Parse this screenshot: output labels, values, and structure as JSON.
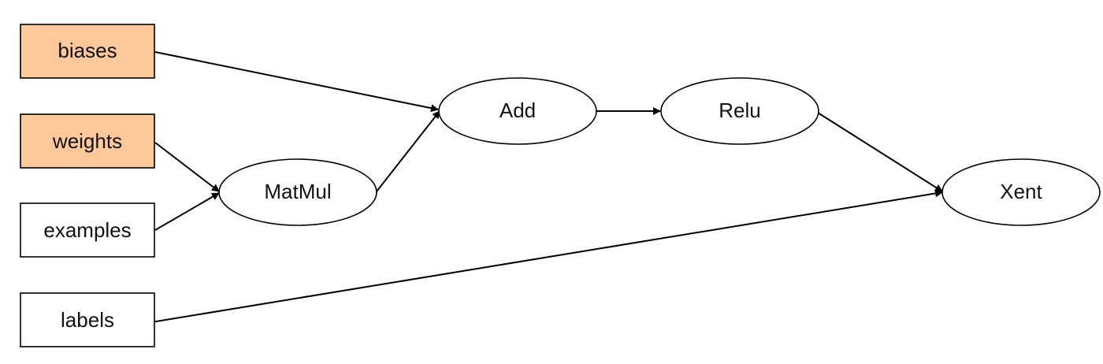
{
  "colors": {
    "variable_fill": "#fdc99b",
    "input_fill": "#ffffff",
    "stroke": "#000000"
  },
  "nodes": {
    "biases": {
      "label": "biases",
      "kind": "variable"
    },
    "weights": {
      "label": "weights",
      "kind": "variable"
    },
    "examples": {
      "label": "examples",
      "kind": "input"
    },
    "labels": {
      "label": "labels",
      "kind": "input"
    },
    "matmul": {
      "label": "MatMul",
      "kind": "op"
    },
    "add": {
      "label": "Add",
      "kind": "op"
    },
    "relu": {
      "label": "Relu",
      "kind": "op"
    },
    "xent": {
      "label": "Xent",
      "kind": "op"
    }
  },
  "edges": [
    {
      "from": "biases",
      "to": "add"
    },
    {
      "from": "weights",
      "to": "matmul"
    },
    {
      "from": "examples",
      "to": "matmul"
    },
    {
      "from": "matmul",
      "to": "add"
    },
    {
      "from": "add",
      "to": "relu"
    },
    {
      "from": "relu",
      "to": "xent"
    },
    {
      "from": "labels",
      "to": "xent"
    }
  ]
}
